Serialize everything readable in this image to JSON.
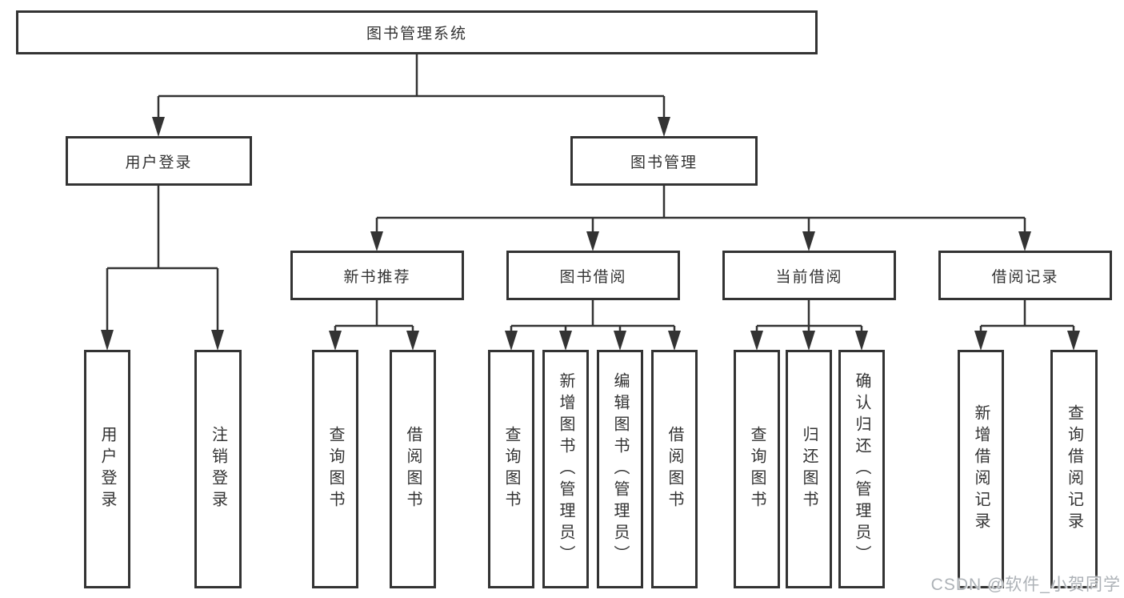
{
  "nodes": {
    "root": {
      "label": "图书管理系统"
    },
    "user_login": {
      "label": "用户登录"
    },
    "book_management": {
      "label": "图书管理"
    },
    "new_book_recommend": {
      "label": "新书推荐"
    },
    "book_borrow": {
      "label": "图书借阅"
    },
    "current_borrow": {
      "label": "当前借阅"
    },
    "borrow_record": {
      "label": "借阅记录"
    }
  },
  "leaves": {
    "user_login": [
      "用户登录",
      "注销登录"
    ],
    "new_book_recommend": [
      "查询图书",
      "借阅图书"
    ],
    "book_borrow": [
      "查询图书",
      "新增图书（管理员）",
      "编辑图书（管理员）",
      "借阅图书"
    ],
    "current_borrow": [
      "查询图书",
      "归还图书",
      "确认归还（管理员）"
    ],
    "borrow_record": [
      "新增借阅记录",
      "查询借阅记录"
    ]
  },
  "watermark": {
    "text": "CSDN @软件_小贺同学"
  },
  "colors": {
    "line": "#333333",
    "text": "#333333",
    "background": "#ffffff",
    "box_fill": "#ffffff",
    "watermark": "#adb2b7"
  }
}
